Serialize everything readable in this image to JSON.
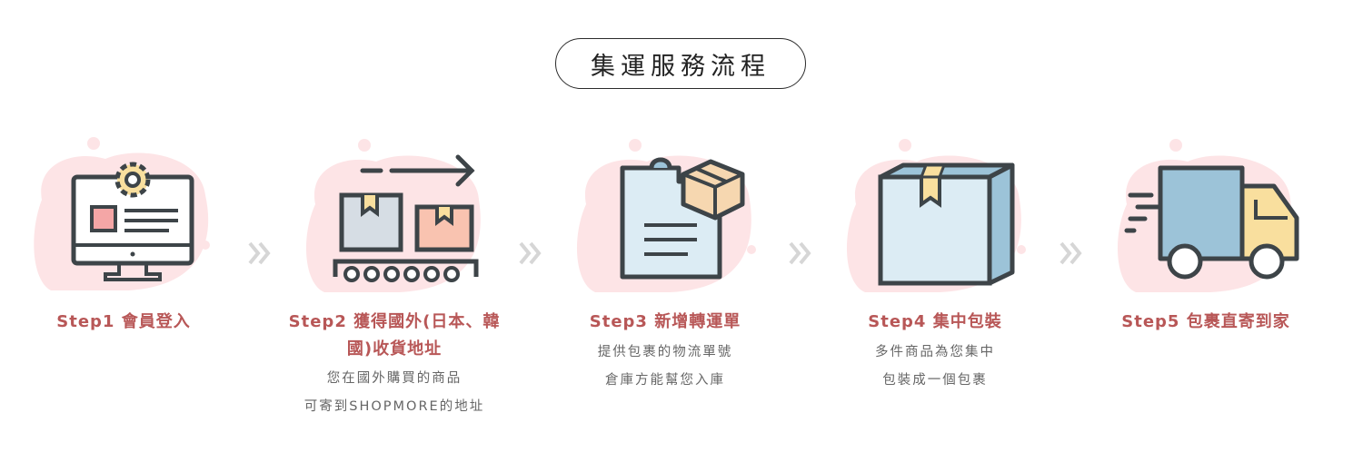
{
  "header": {
    "title": "集運服務流程"
  },
  "steps": [
    {
      "title": "Step1 會員登入",
      "icon": "computer-settings-icon",
      "desc": []
    },
    {
      "title": "Step2 獲得國外(日本、韓國)收貨地址",
      "icon": "conveyor-boxes-icon",
      "desc": [
        "您在國外購買的商品",
        "可寄到SHOPMORE的地址"
      ]
    },
    {
      "title": "Step3 新增轉運單",
      "icon": "clipboard-box-icon",
      "desc": [
        "提供包裹的物流單號",
        "倉庫方能幫您入庫"
      ]
    },
    {
      "title": "Step4 集中包裝",
      "icon": "package-box-icon",
      "desc": [
        "多件商品為您集中",
        "包裝成一個包裹"
      ]
    },
    {
      "title": "Step5 包裹直寄到家",
      "icon": "delivery-truck-icon",
      "desc": []
    }
  ],
  "colors": {
    "accent": "#b85757",
    "blob": "#fde4e6",
    "outline": "#3d4448",
    "blue": "#9cc3d8",
    "light_blue": "#dcecf4",
    "peach": "#f9c3b0",
    "yellow": "#f9df9e",
    "pink_box": "#f4a6a6",
    "arrow_gray": "#d6d6d6"
  }
}
